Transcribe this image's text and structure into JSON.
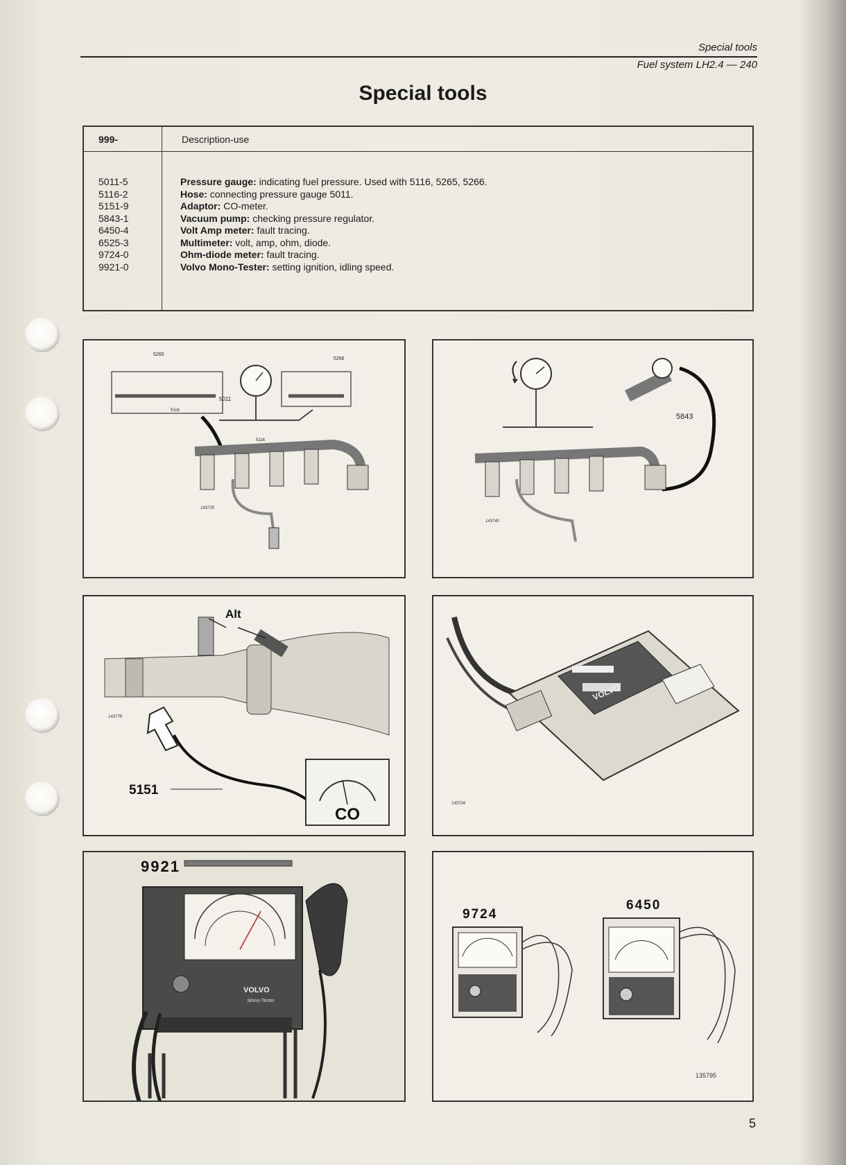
{
  "header": {
    "section": "Special tools",
    "subtitle": "Fuel system LH2.4 — 240"
  },
  "title": "Special tools",
  "table": {
    "col1": "999-",
    "col2": "Description-use",
    "rows": [
      {
        "code": "5011-5",
        "term": "Pressure gauge:",
        "text": " indicating fuel pressure. Used with 5116, 5265, 5266."
      },
      {
        "code": "5116-2",
        "term": "Hose:",
        "text": " connecting pressure gauge 5011."
      },
      {
        "code": "5151-9",
        "term": "Adaptor:",
        "text": " CO-meter."
      },
      {
        "code": "5843-1",
        "term": "Vacuum pump:",
        "text": " checking pressure regulator."
      },
      {
        "code": "6450-4",
        "term": "Volt Amp meter:",
        "text": " fault tracing."
      },
      {
        "code": "6525-3",
        "term": "Multimeter:",
        "text": " volt, amp, ohm, diode."
      },
      {
        "code": "9724-0",
        "term": "Ohm-diode meter:",
        "text": " fault tracing."
      },
      {
        "code": "9921-0",
        "term": "Volvo Mono-Tester:",
        "text": " setting ignition, idling speed."
      }
    ]
  },
  "figures": {
    "fig1": {
      "l5265": "5265",
      "l5266": "5266",
      "l5011": "5011",
      "l5116a": "5116",
      "l5116b": "5116",
      "ref": "143735"
    },
    "fig2": {
      "l5843": "5843",
      "ref": "143740"
    },
    "fig3": {
      "alt": "Alt",
      "l5151": "5151",
      "co": "CO",
      "ref": "143778"
    },
    "fig4": {
      "ref": "143704",
      "brand": "VOLVO"
    },
    "fig5": {
      "l9921": "9921",
      "brand": "VOLVO",
      "model": "Mono-Tester"
    },
    "fig6": {
      "l9724": "9724",
      "l6450": "6450",
      "ref": "135795"
    }
  },
  "page_number": "5"
}
